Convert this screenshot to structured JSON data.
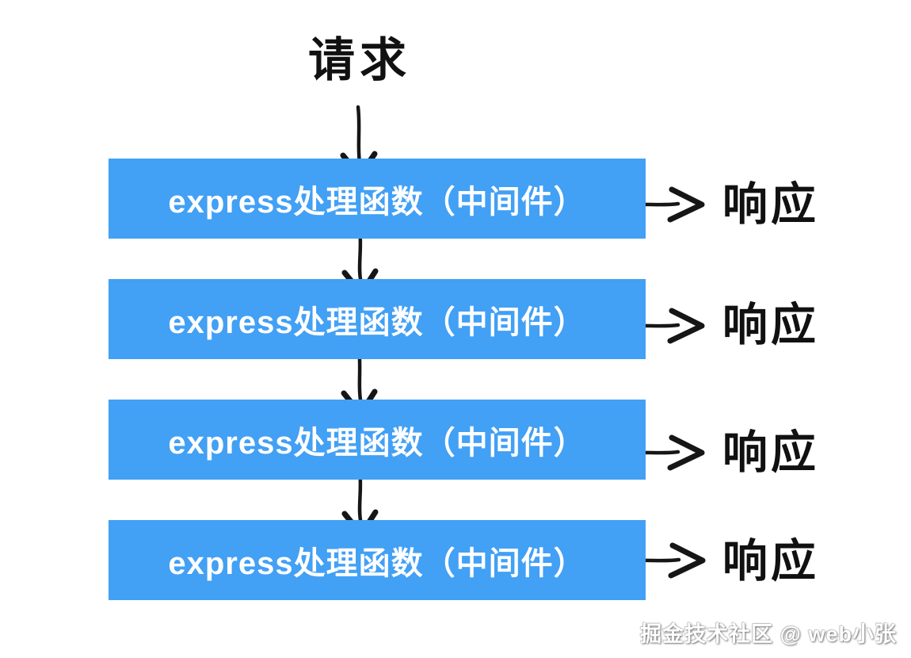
{
  "title": "请求",
  "rows": [
    {
      "label": "express处理函数（中间件）",
      "response": "响应"
    },
    {
      "label": "express处理函数（中间件）",
      "response": "响应"
    },
    {
      "label": "express处理函数（中间件）",
      "response": "响应"
    },
    {
      "label": "express处理函数（中间件）",
      "response": "响应"
    }
  ],
  "watermark": "掘金技术社区 @ web小张",
  "colors": {
    "box_background": "#42A0F5",
    "box_text": "#FFFFFF",
    "arrow": "#161616",
    "text": "#111111",
    "background": "#FFFFFF"
  }
}
